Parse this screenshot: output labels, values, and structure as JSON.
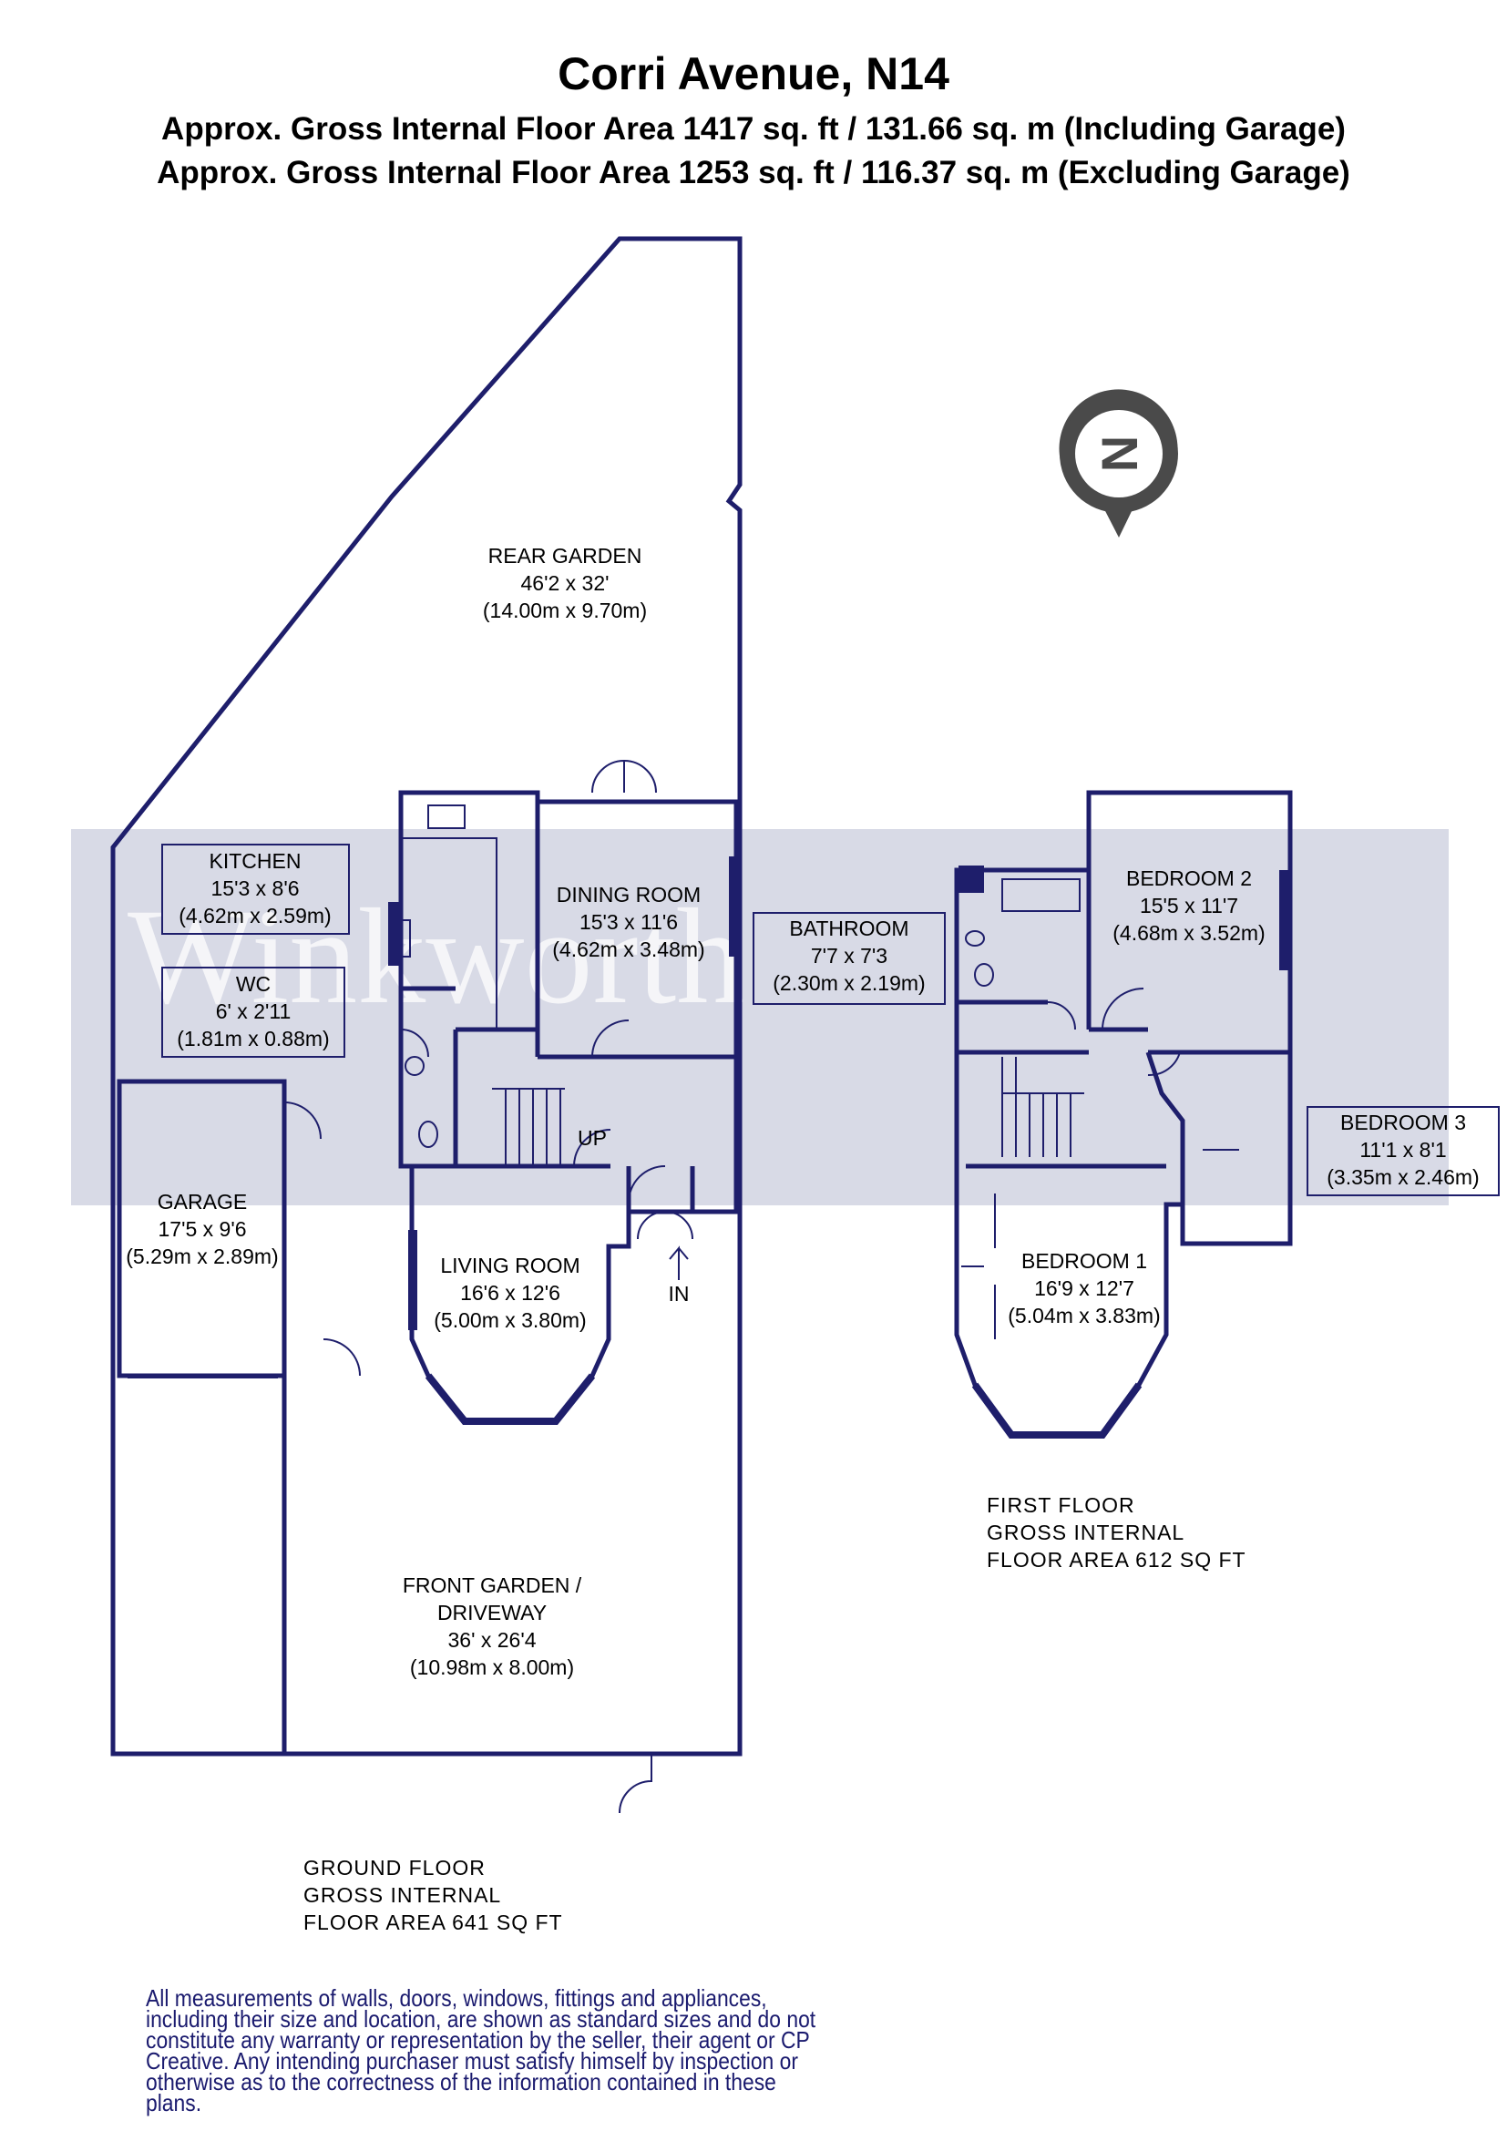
{
  "header": {
    "title": "Corri Avenue, N14",
    "area_including": "Approx. Gross Internal Floor Area 1417 sq. ft / 131.66 sq. m (Including Garage)",
    "area_excluding": "Approx. Gross Internal Floor Area 1253 sq. ft / 116.37 sq. m (Excluding Garage)"
  },
  "watermark": "Winkworth",
  "compass": {
    "letter": "N"
  },
  "colors": {
    "wall": "#1e1e6b",
    "band": "#d8dae6",
    "disclaimer": "#1a1a6e",
    "compass": "#4a4a4a"
  },
  "rooms": {
    "rear_garden": {
      "name": "REAR GARDEN",
      "imperial": "46'2 x 32'",
      "metric": "(14.00m x 9.70m)"
    },
    "kitchen": {
      "name": "KITCHEN",
      "imperial": "15'3 x 8'6",
      "metric": "(4.62m x 2.59m)"
    },
    "dining_room": {
      "name": "DINING ROOM",
      "imperial": "15'3 x 11'6",
      "metric": "(4.62m x 3.48m)"
    },
    "wc": {
      "name": "WC",
      "imperial": "6' x 2'11",
      "metric": "(1.81m x 0.88m)"
    },
    "garage": {
      "name": "GARAGE",
      "imperial": "17'5 x 9'6",
      "metric": "(5.29m x 2.89m)"
    },
    "living_room": {
      "name": "LIVING ROOM",
      "imperial": "16'6 x 12'6",
      "metric": "(5.00m x 3.80m)"
    },
    "front_garden": {
      "name1": "FRONT GARDEN /",
      "name2": "DRIVEWAY",
      "imperial": "36' x 26'4",
      "metric": "(10.98m x 8.00m)"
    },
    "bathroom": {
      "name": "BATHROOM",
      "imperial": "7'7 x 7'3",
      "metric": "(2.30m x 2.19m)"
    },
    "bedroom2": {
      "name": "BEDROOM 2",
      "imperial": "15'5 x 11'7",
      "metric": "(4.68m x 3.52m)"
    },
    "bedroom3": {
      "name": "BEDROOM 3",
      "imperial": "11'1 x 8'1",
      "metric": "(3.35m x 2.46m)"
    },
    "bedroom1": {
      "name": "BEDROOM 1",
      "imperial": "16'9 x 12'7",
      "metric": "(5.04m x 3.83m)"
    }
  },
  "markers": {
    "up": "UP",
    "in": "IN"
  },
  "ground_floor": {
    "line1": "GROUND FLOOR",
    "line2": "GROSS INTERNAL",
    "line3": "FLOOR AREA 641 SQ FT"
  },
  "first_floor": {
    "line1": "FIRST FLOOR",
    "line2": "GROSS INTERNAL",
    "line3": "FLOOR AREA 612 SQ FT"
  },
  "disclaimer": "All measurements of walls, doors, windows, fittings and appliances, including their size and location, are shown as standard sizes and do not constitute any warranty or representation by the seller, their agent or CP Creative. Any intending purchaser must satisfy himself by inspection or otherwise as to the correctness of the information contained in these plans."
}
